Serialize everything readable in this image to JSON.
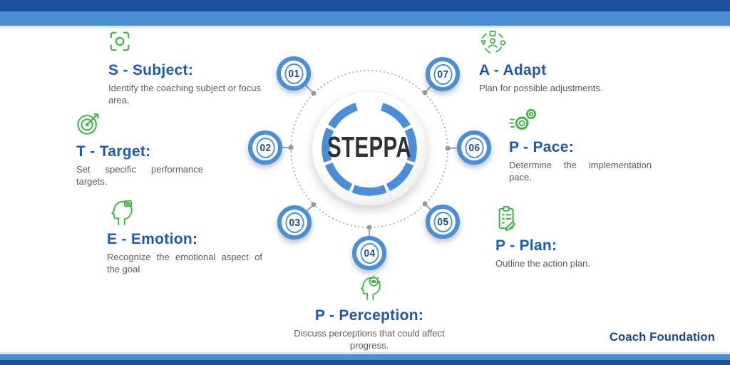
{
  "brand": {
    "label": "Coach Foundation"
  },
  "center": {
    "title": "STEPPA"
  },
  "items": [
    {
      "number": "01",
      "heading": "S - Subject:",
      "description": "Identify the coaching subject or focus area.",
      "icon": "viewfinder-icon"
    },
    {
      "number": "02",
      "heading": "T - Target:",
      "description": "Set specific performance targets.",
      "icon": "target-icon"
    },
    {
      "number": "03",
      "heading": "E - Emotion:",
      "description": "Recognize the emotional aspect of the goal",
      "icon": "head-profile-icon"
    },
    {
      "number": "04",
      "heading": "P - Perception:",
      "description": "Discuss perceptions that could affect progress.",
      "icon": "head-eye-icon"
    },
    {
      "number": "05",
      "heading": "P - Plan:",
      "description": "Outline the action plan.",
      "icon": "clipboard-pencil-icon"
    },
    {
      "number": "06",
      "heading": "P - Pace:",
      "description": "Determine the implementation pace.",
      "icon": "gears-icon"
    },
    {
      "number": "07",
      "heading": "A - Adapt",
      "description": "Plan for possible adjustments.",
      "icon": "adapt-cycle-icon"
    }
  ],
  "colors": {
    "accent_blue": "#4a8ed8",
    "navy": "#1d4f9a",
    "heading_blue": "#1e5aa9",
    "badge_number_blue": "#1d4a87",
    "icon_green": "#42b649",
    "body_gray": "#5b5b5b",
    "pale_blue": "#d9e7f7"
  }
}
